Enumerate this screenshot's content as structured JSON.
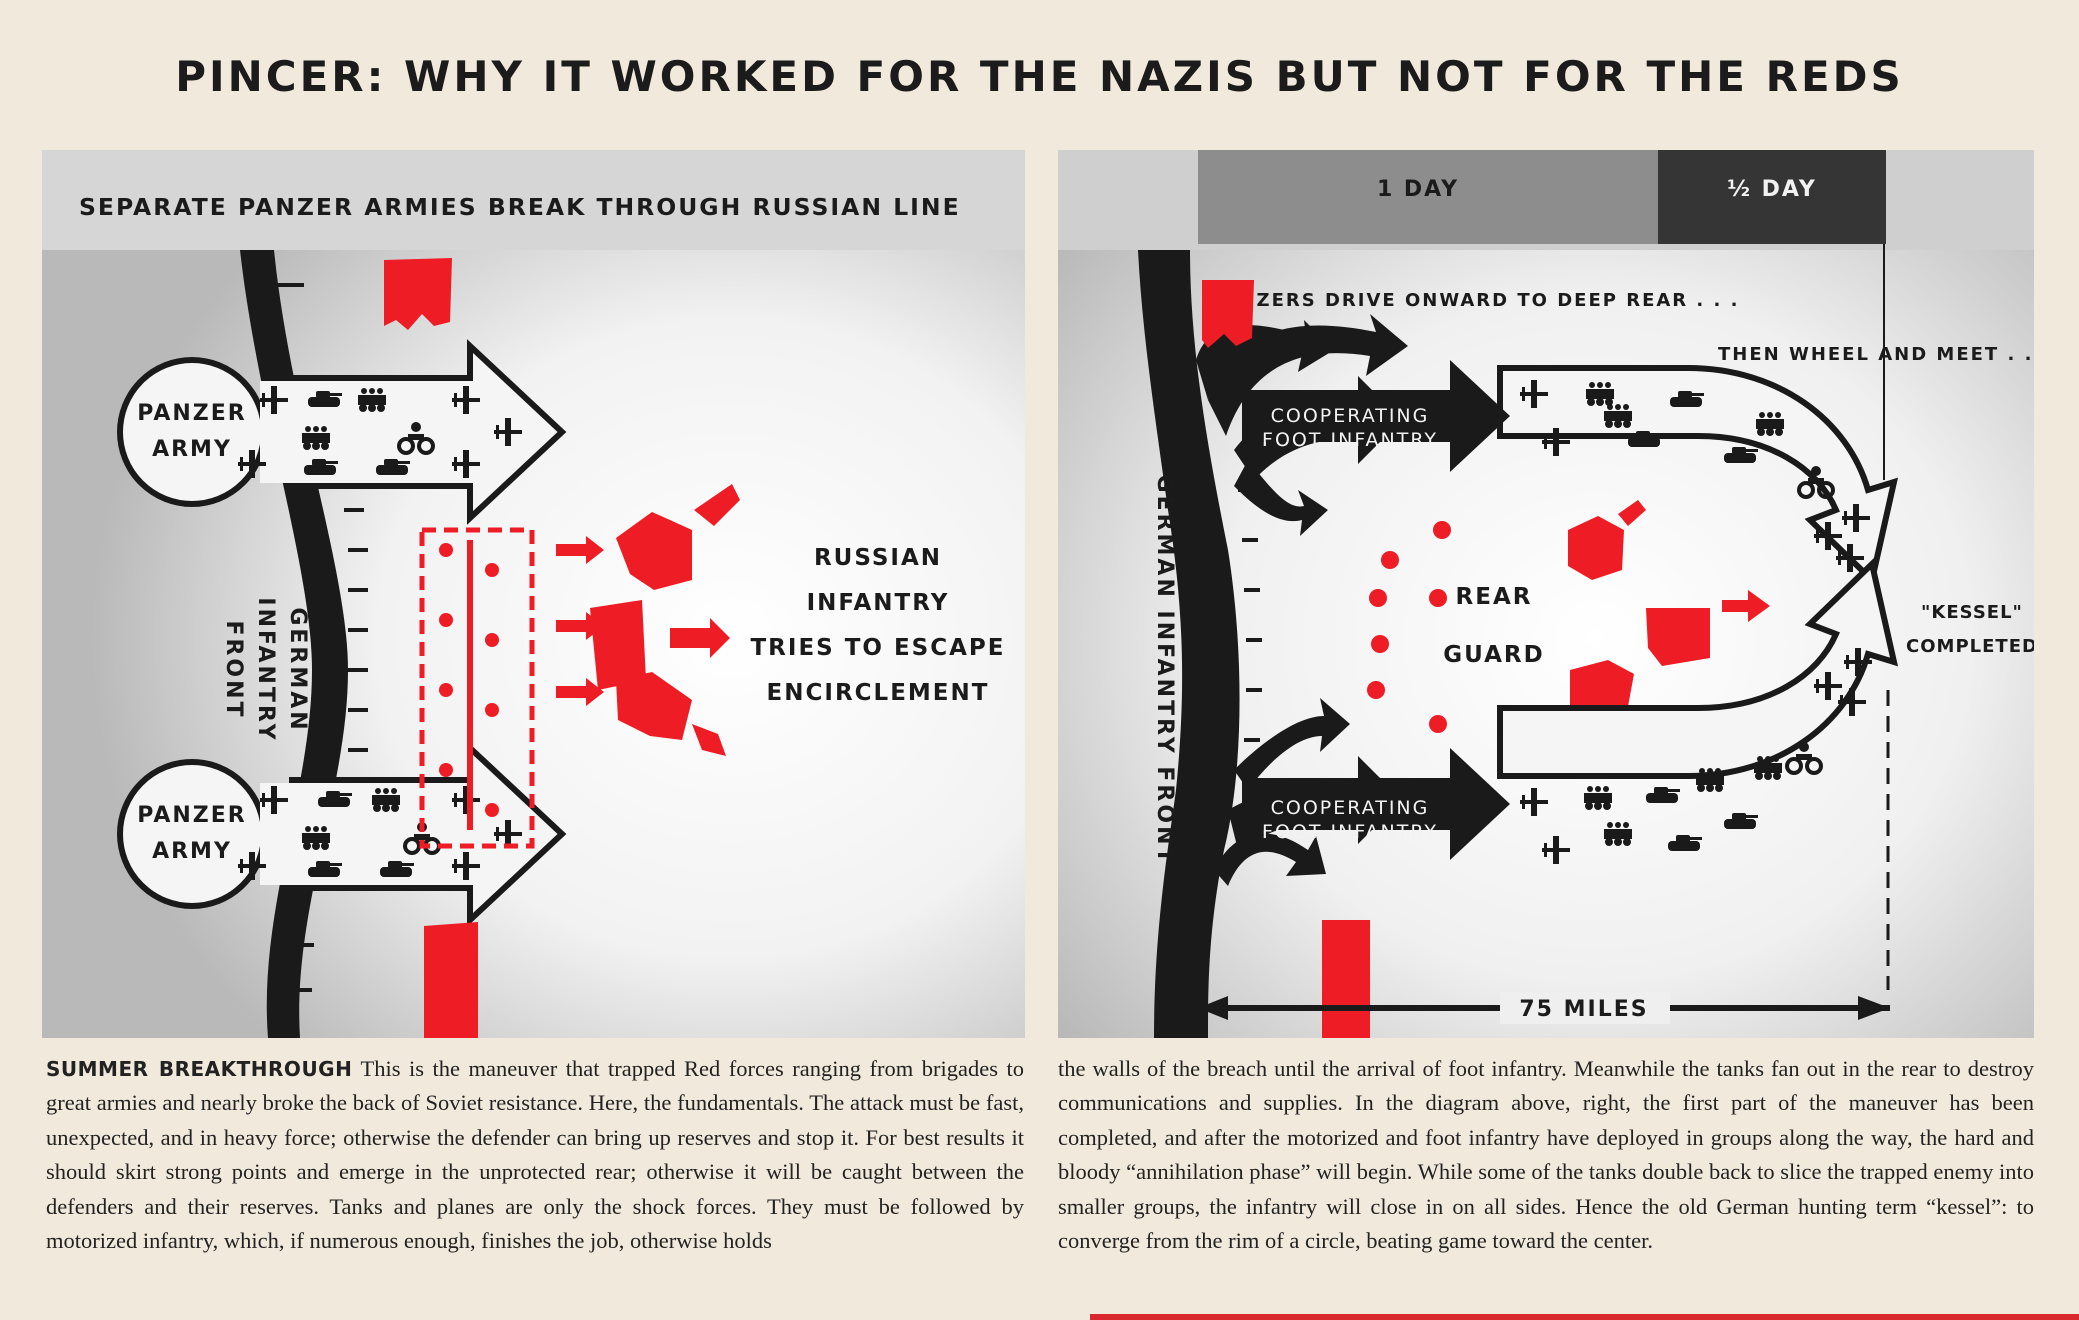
{
  "title": "PINCER: WHY IT WORKED FOR THE NAZIS BUT NOT FOR THE REDS",
  "colors": {
    "red": "#ee1c25",
    "black": "#1a1a1a",
    "paper": "#f1e9dc",
    "panel": "#d3d3d3"
  },
  "left_panel": {
    "heading": "SEPARATE PANZER ARMIES BREAK THROUGH RUSSIAN LINE",
    "panzer_top": [
      "PANZER",
      "ARMY"
    ],
    "panzer_bottom": [
      "PANZER",
      "ARMY"
    ],
    "german_front": [
      "GERMAN",
      "INFANTRY",
      "FRONT"
    ],
    "russian": [
      "RUSSIAN",
      "INFANTRY",
      "TRIES TO ESCAPE",
      "ENCIRCLEMENT"
    ]
  },
  "right_panel": {
    "one_day": "1 DAY",
    "half_day": "½ DAY",
    "panzers_drive": "PANZERS DRIVE ONWARD TO DEEP REAR . . .",
    "wheel": "THEN WHEEL AND MEET . . .",
    "coop_top": [
      "COOPERATING",
      "FOOT INFANTRY"
    ],
    "coop_bottom": [
      "COOPERATING",
      "FOOT INFANTRY"
    ],
    "german_front": "GERMAN INFANTRY FRONT",
    "rear_guard": [
      "REAR",
      "GUARD"
    ],
    "kessel": [
      "\"KESSEL\"",
      "COMPLETED"
    ],
    "miles": "75 MILES"
  },
  "text": {
    "lead": "SUMMER BREAKTHROUGH",
    "left_body": " This is the maneuver that trapped Red forces ranging from brigades to great armies and nearly broke the back of Soviet resistance. Here, the fundamentals. The attack must be fast, unexpected, and in heavy force; otherwise the defender can bring up reserves and stop it. For best results it should skirt strong points and emerge in the unprotected rear; otherwise it will be caught between the defenders and their reserves. Tanks and planes are only the shock forces. They must be followed by motorized infantry, which, if numerous enough, finishes the job, otherwise holds",
    "right_body": "the walls of the breach until the arrival of foot infantry. Meanwhile the tanks fan out in the rear to destroy communications and supplies. In the diagram above, right, the first part of the maneuver has been completed, and after the motorized and foot infantry have deployed in groups along the way, the hard and bloody “annihilation phase” will begin. While some of the tanks double back to slice the trapped enemy into smaller groups, the infantry will close in on all sides. Hence the old German hunting term “kessel”: to converge from the rim of a circle, beating game toward the center."
  }
}
